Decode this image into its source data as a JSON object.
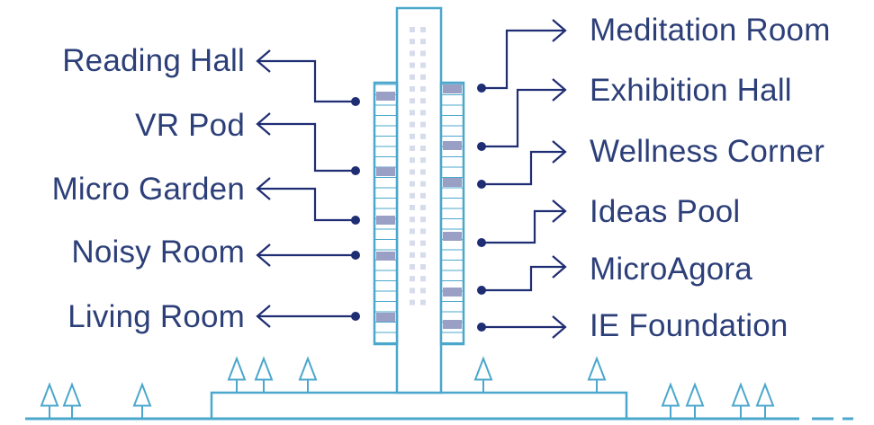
{
  "colors": {
    "text": "#2c3f78",
    "connector": "#1f2d73",
    "building_outline": "#4ba7cc",
    "window_fill": "#9a9fc6",
    "tower_dots": "#d7dceb",
    "trees": "#4ba7cc",
    "background": "#ffffff"
  },
  "left_spaces": [
    {
      "label": "Reading Hall"
    },
    {
      "label": "VR Pod"
    },
    {
      "label": "Micro Garden"
    },
    {
      "label": "Noisy Room"
    },
    {
      "label": "Living Room"
    }
  ],
  "right_spaces": [
    {
      "label": "Meditation Room"
    },
    {
      "label": "Exhibition Hall"
    },
    {
      "label": "Wellness Corner"
    },
    {
      "label": "Ideas Pool"
    },
    {
      "label": "MicroAgora"
    },
    {
      "label": "IE Foundation"
    }
  ],
  "icons": {
    "arrow": "arrow-icon",
    "tree": "tree-icon"
  }
}
